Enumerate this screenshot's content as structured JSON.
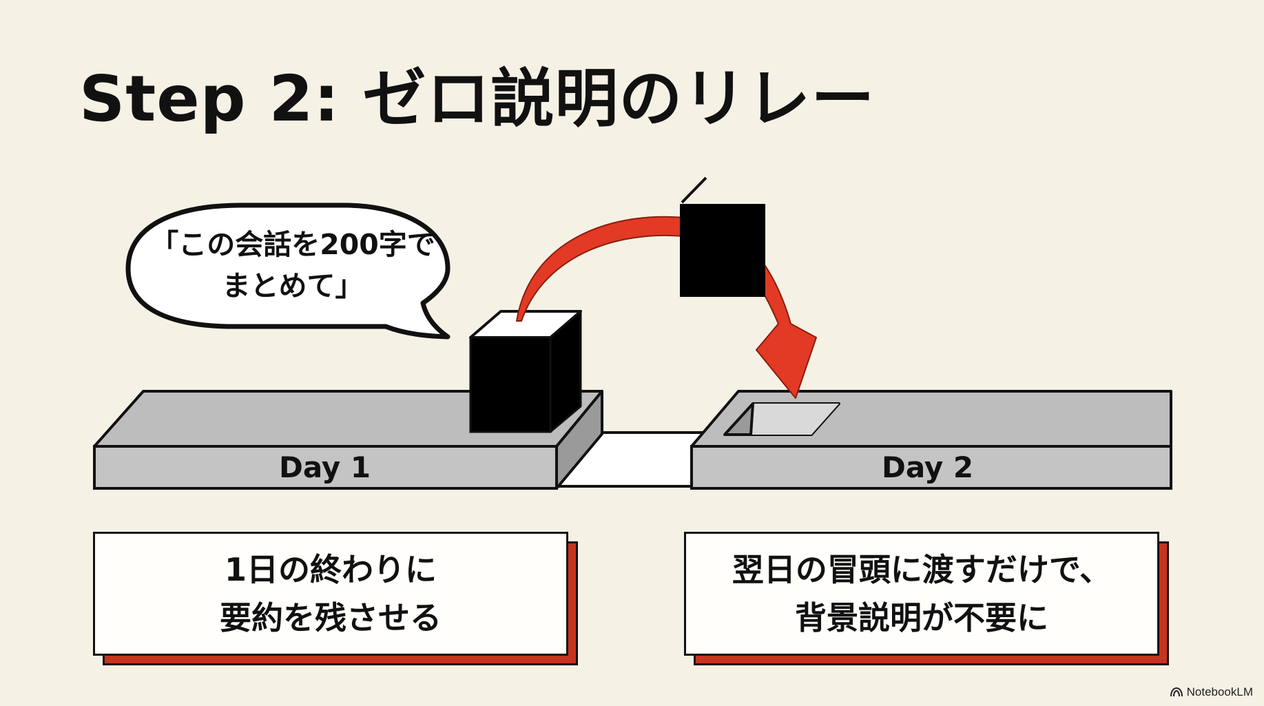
{
  "title": "Step 2: ゼロ説明のリレー",
  "bubble": {
    "line1": "「この会話を200字で",
    "line2": "まとめて」"
  },
  "conveyors": [
    {
      "label": "Day 1"
    },
    {
      "label": "Day 2"
    }
  ],
  "cards": [
    {
      "line1": "1日の終わりに",
      "line2": "要約を残させる"
    },
    {
      "line1": "翌日の冒頭に渡すだけで、",
      "line2": "背景説明が不要に"
    }
  ],
  "brand": {
    "name": "NotebookLM",
    "icon": "notebooklm-logo-icon"
  },
  "colors": {
    "background": "#f6f1e5",
    "accent": "#c8331f",
    "arrow": "#e23a24",
    "belt": "#c4c4c4",
    "ink": "#111111"
  }
}
